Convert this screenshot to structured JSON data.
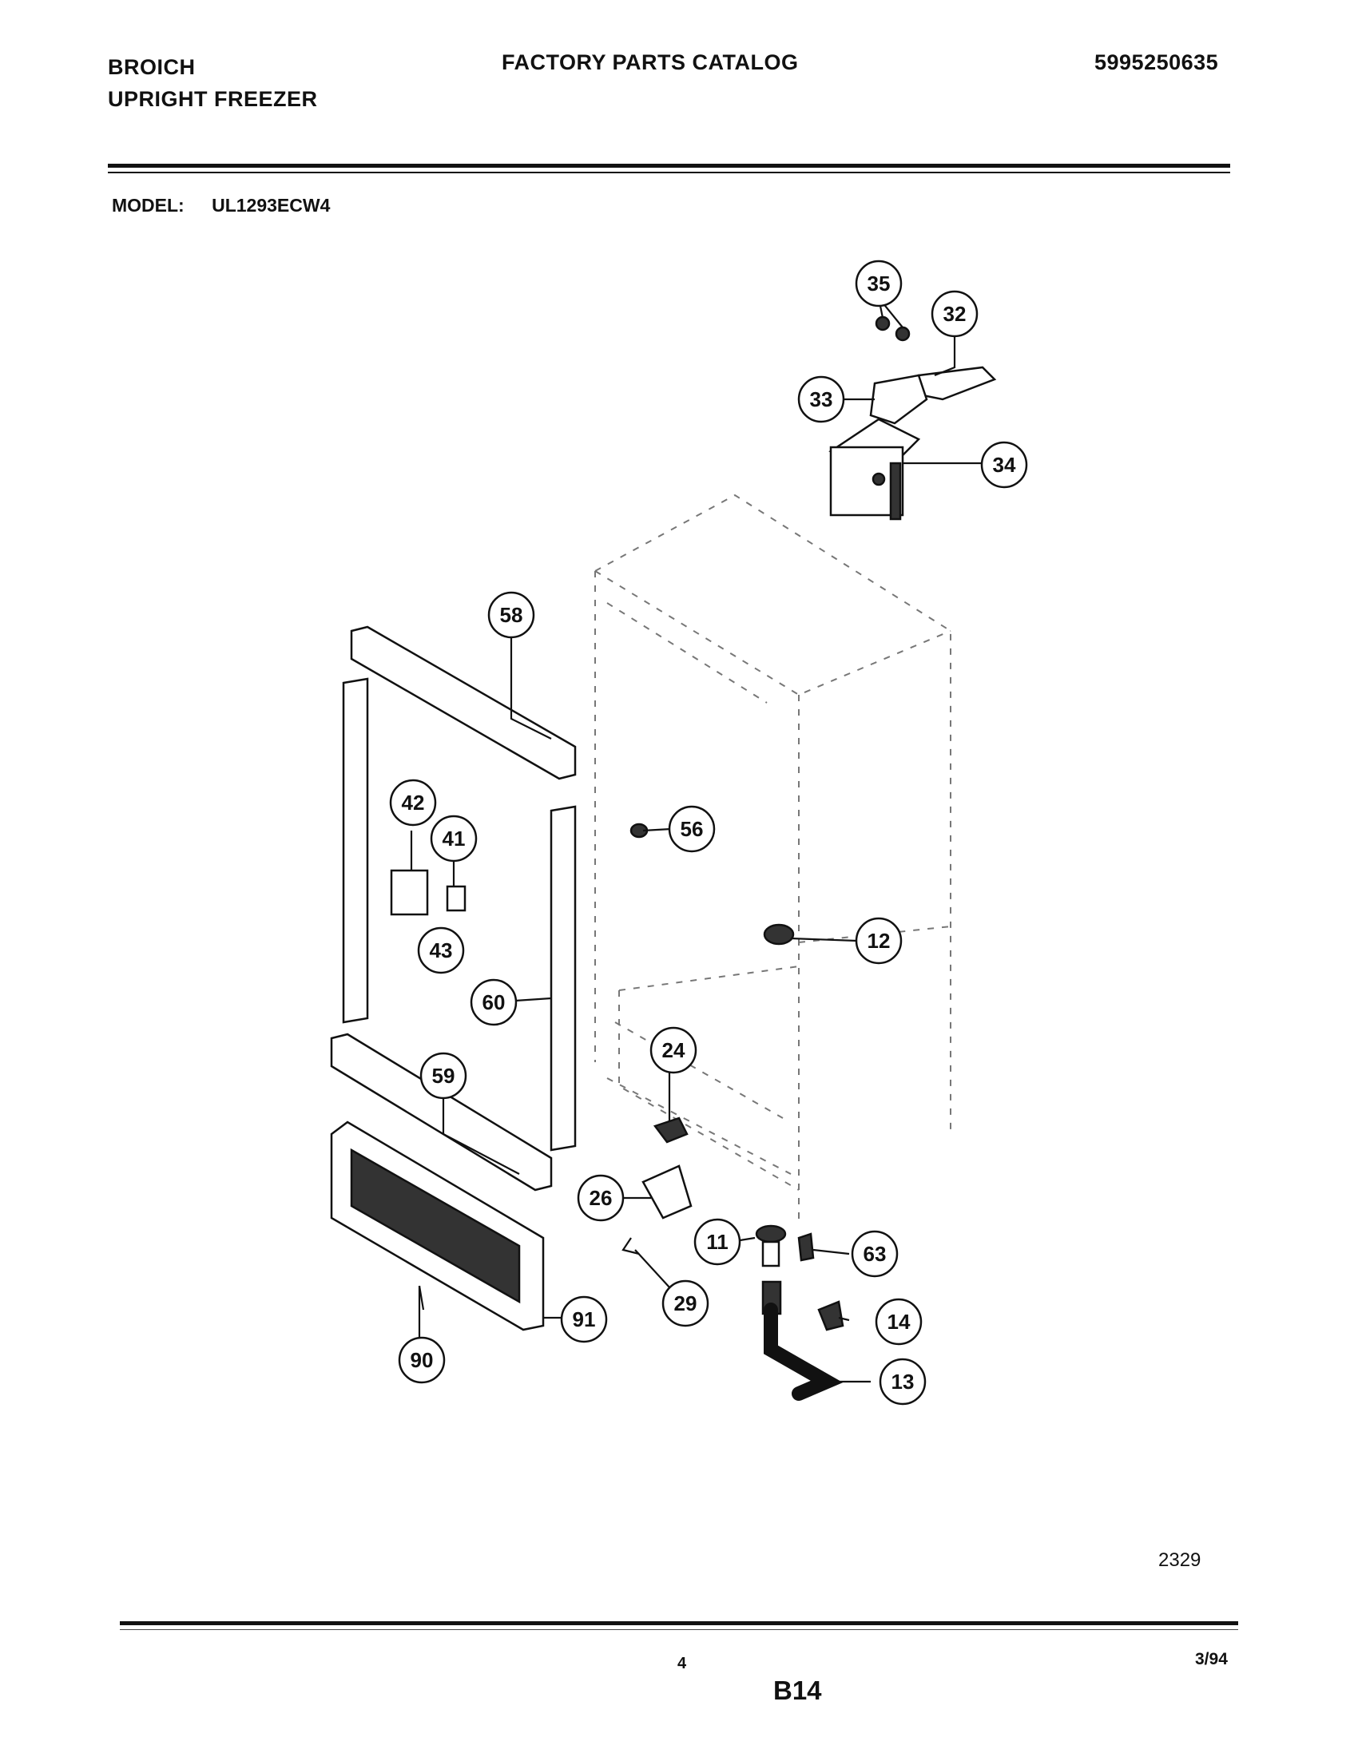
{
  "header": {
    "brand": "BROICH",
    "product": "UPRIGHT FREEZER",
    "catalog_title": "FACTORY PARTS CATALOG",
    "part_number": "5995250635"
  },
  "model": {
    "label": "MODEL:",
    "value": "UL1293ECW4"
  },
  "callouts": [
    "35",
    "32",
    "33",
    "34",
    "58",
    "42",
    "41",
    "56",
    "43",
    "12",
    "60",
    "24",
    "59",
    "26",
    "11",
    "63",
    "29",
    "14",
    "91",
    "13",
    "90"
  ],
  "footer": {
    "figure_number": "2329",
    "page_number": "4",
    "section": "B14",
    "date": "3/94"
  }
}
